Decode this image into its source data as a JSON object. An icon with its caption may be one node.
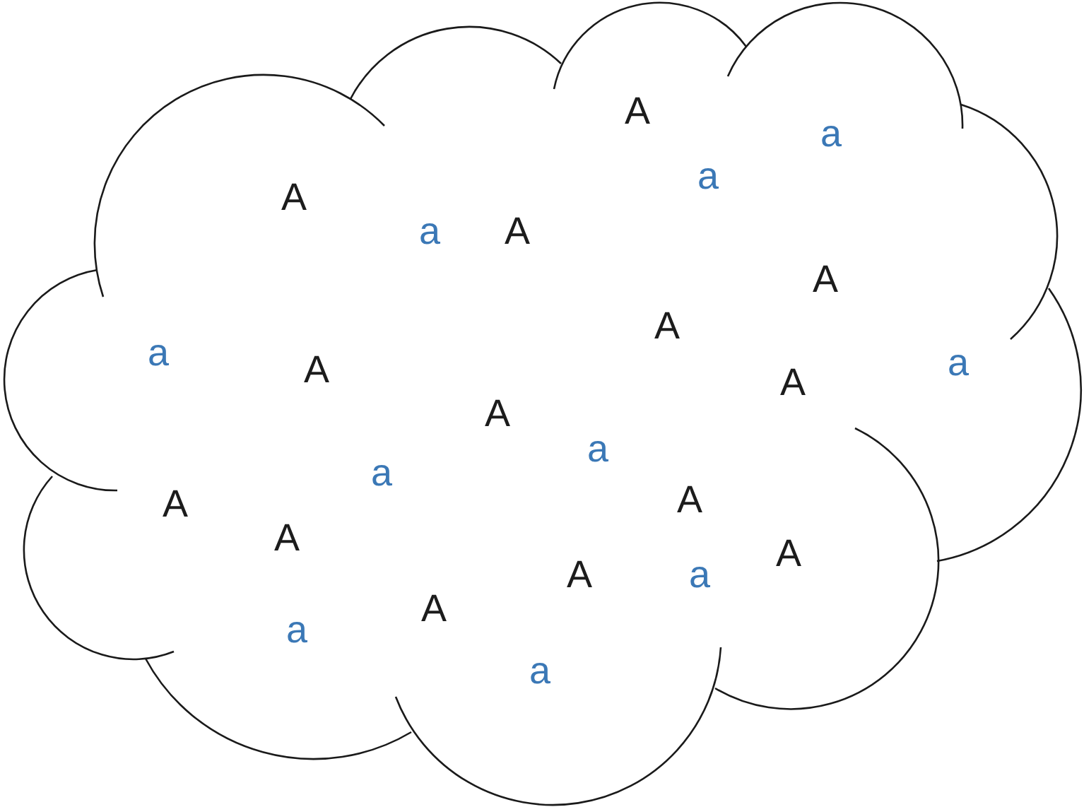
{
  "diagram": {
    "nodes": [
      {
        "text": [
          "A",
          "a",
          "a",
          "A",
          "a",
          "A",
          "A",
          "A",
          "a",
          "A",
          "A",
          "a",
          "A",
          "a",
          "a",
          "A",
          "A",
          "A",
          "A",
          "A",
          "a",
          "A",
          "a",
          "a"
        ]
      }
    ]
  }
}
